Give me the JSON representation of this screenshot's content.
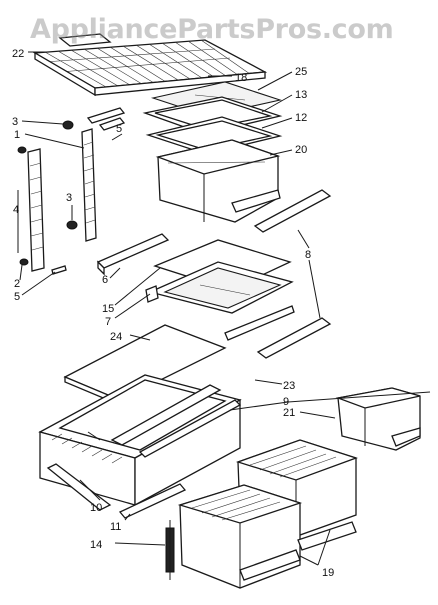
{
  "watermark": "AppliancePartsPros.com",
  "callouts": {
    "c22": "22",
    "c18": "18",
    "c25": "25",
    "c13": "13",
    "c3a": "3",
    "c1": "1",
    "c5a": "5",
    "c12": "12",
    "c20": "20",
    "c4": "4",
    "c3b": "3",
    "c2": "2",
    "c5b": "5",
    "c8": "8",
    "c6": "6",
    "c15": "15",
    "c7": "7",
    "c24": "24",
    "c23": "23",
    "c9": "9",
    "c21": "21",
    "c10": "10",
    "c11": "11",
    "c14": "14",
    "c19": "19"
  }
}
